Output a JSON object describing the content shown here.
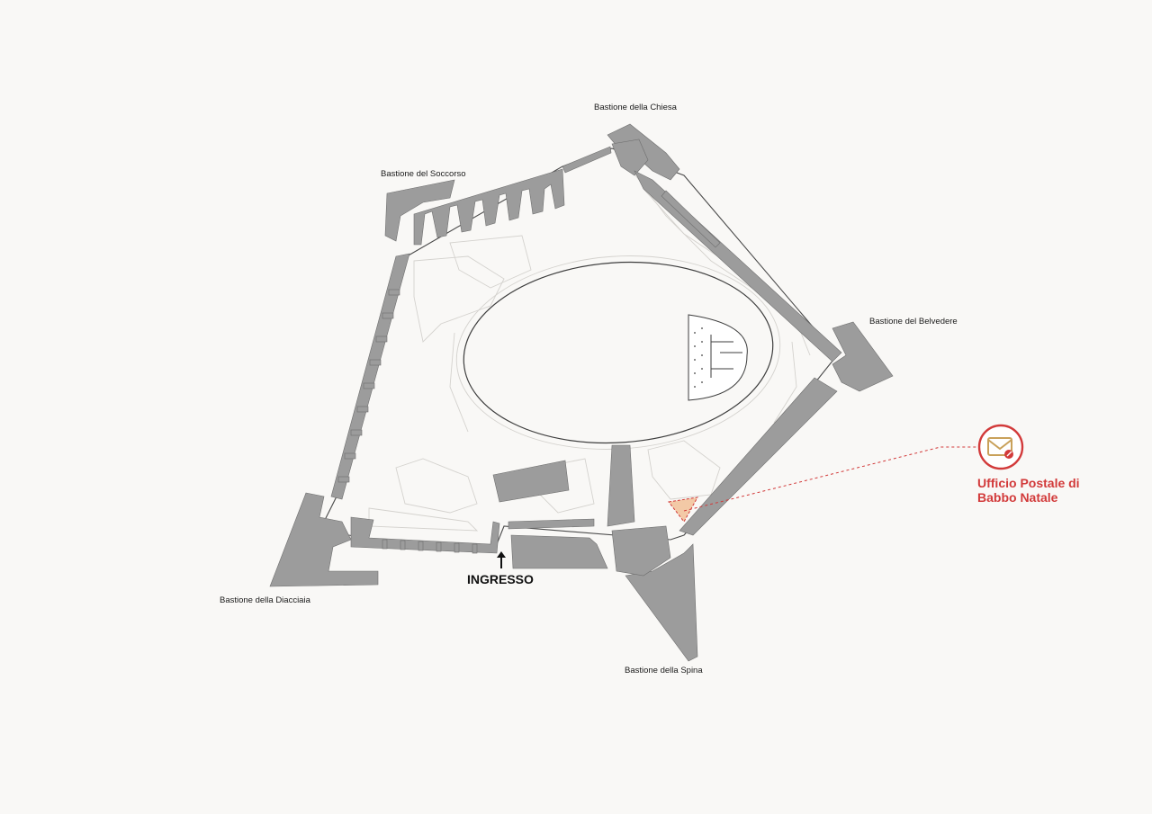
{
  "map": {
    "bastions": [
      {
        "id": "chiesa",
        "label": "Bastione della Chiesa"
      },
      {
        "id": "soccorso",
        "label": "Bastione del Soccorso"
      },
      {
        "id": "belvedere",
        "label": "Bastione del Belvedere"
      },
      {
        "id": "diacciaia",
        "label": "Bastione della Diacciaia"
      },
      {
        "id": "spina",
        "label": "Bastione della Spina"
      }
    ],
    "entrance": {
      "label": "INGRESSO"
    },
    "poi": {
      "label_line1": "Ufficio Postale di",
      "label_line2": "Babbo Natale",
      "icon": "envelope-pen-icon",
      "color": "#d23a3a",
      "icon_color": "#c9a15a",
      "highlight_fill": "#f3c9a6"
    },
    "colors": {
      "background": "#f9f8f6",
      "walls": "#9c9c9c",
      "outline": "#4a4a4a"
    }
  }
}
